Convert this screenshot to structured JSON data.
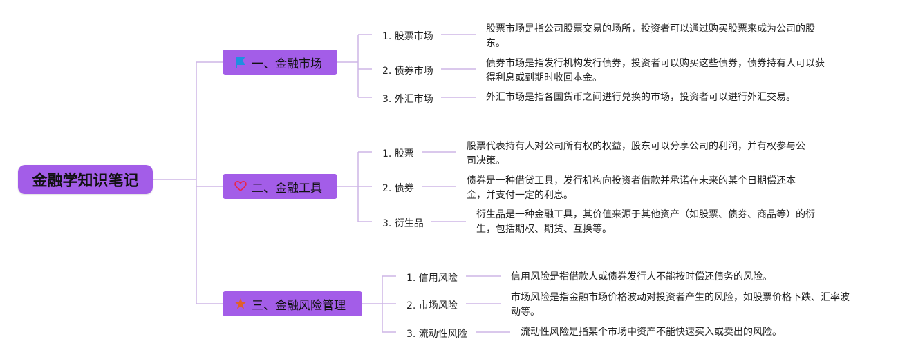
{
  "root": {
    "label": "金融学知识笔记"
  },
  "branches": [
    {
      "label": "一、金融市场",
      "icon": "flag-icon",
      "items": [
        {
          "topic": "1. 股票市场",
          "desc": "股票市场是指公司股票交易的场所，投资者可以通过购买股票来成为公司的股东。"
        },
        {
          "topic": "2. 债券市场",
          "desc": "债券市场是指发行机构发行债券，投资者可以购买这些债券，债券持有人可以获得利息或到期时收回本金。"
        },
        {
          "topic": "3. 外汇市场",
          "desc": "外汇市场是指各国货币之间进行兑换的市场，投资者可以进行外汇交易。"
        }
      ]
    },
    {
      "label": "二、金融工具",
      "icon": "heart-icon",
      "items": [
        {
          "topic": "1. 股票",
          "desc": "股票代表持有人对公司所有权的权益，股东可以分享公司的利润，并有权参与公司决策。"
        },
        {
          "topic": "2. 债券",
          "desc": "债券是一种借贷工具，发行机构向投资者借款并承诺在未来的某个日期偿还本金，并支付一定的利息。"
        },
        {
          "topic": "3. 衍生品",
          "desc": "衍生品是一种金融工具，其价值来源于其他资产（如股票、债券、商品等）的衍生，包括期权、期货、互换等。"
        }
      ]
    },
    {
      "label": "三、金融风险管理",
      "icon": "star-icon",
      "items": [
        {
          "topic": "1. 信用风险",
          "desc": "信用风险是指借款人或债券发行人不能按时偿还债务的风险。"
        },
        {
          "topic": "2. 市场风险",
          "desc": "市场风险是指金融市场价格波动对投资者产生的风险，如股票价格下跌、汇率波动等。"
        },
        {
          "topic": "3. 流动性风险",
          "desc": "流动性风险是指某个市场中资产不能快速买入或卖出的风险。"
        }
      ]
    }
  ],
  "colors": {
    "node": "#a35de8",
    "line": "#cdb6e6",
    "flag": "#1f8fe0",
    "heart": "#e8264e",
    "star": "#e0602a"
  }
}
